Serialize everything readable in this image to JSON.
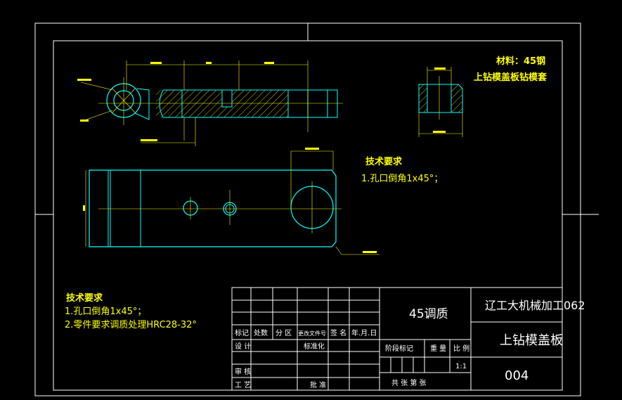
{
  "material": {
    "line1": "材料：45钢",
    "line2": "上钻模盖板钻模套"
  },
  "tech_req_middle": {
    "title": "技术要求",
    "item1": "1.孔口倒角1x45°；"
  },
  "tech_req_bottom": {
    "title": "技术要求",
    "item1": "1.孔口倒角1x45°；",
    "item2": "2.零件要求调质处理HRC28-32°"
  },
  "title_block": {
    "heat_treatment": "45调质",
    "school": "辽工大机械加工062",
    "part_name": "上钻模盖板",
    "drawing_no": "004",
    "scale_value": "1:1",
    "hdr_biaoji": "标记",
    "hdr_chushu": "处数",
    "hdr_fenqu": "分 区",
    "hdr_gengai": "更改文件号",
    "hdr_qianming": "签 名",
    "hdr_date": "年.月.日",
    "row_sheji": "设 计",
    "row_biaozhunhua": "标准化",
    "row_shenhe": "审 核",
    "row_gongyi": "工 艺",
    "row_pizhun": "批 准",
    "stage_label": "阶段标记",
    "weight_label": "重 量",
    "scale_label": "比 例",
    "sheet_label": "共    张 第    张"
  },
  "colors": {
    "background": "#000000",
    "border": "#ffffff",
    "outline": "#00ffff",
    "text": "#ffff00",
    "centerline": "#ffff00",
    "dimension": "#ffff00",
    "hatch": "#ffff00"
  }
}
